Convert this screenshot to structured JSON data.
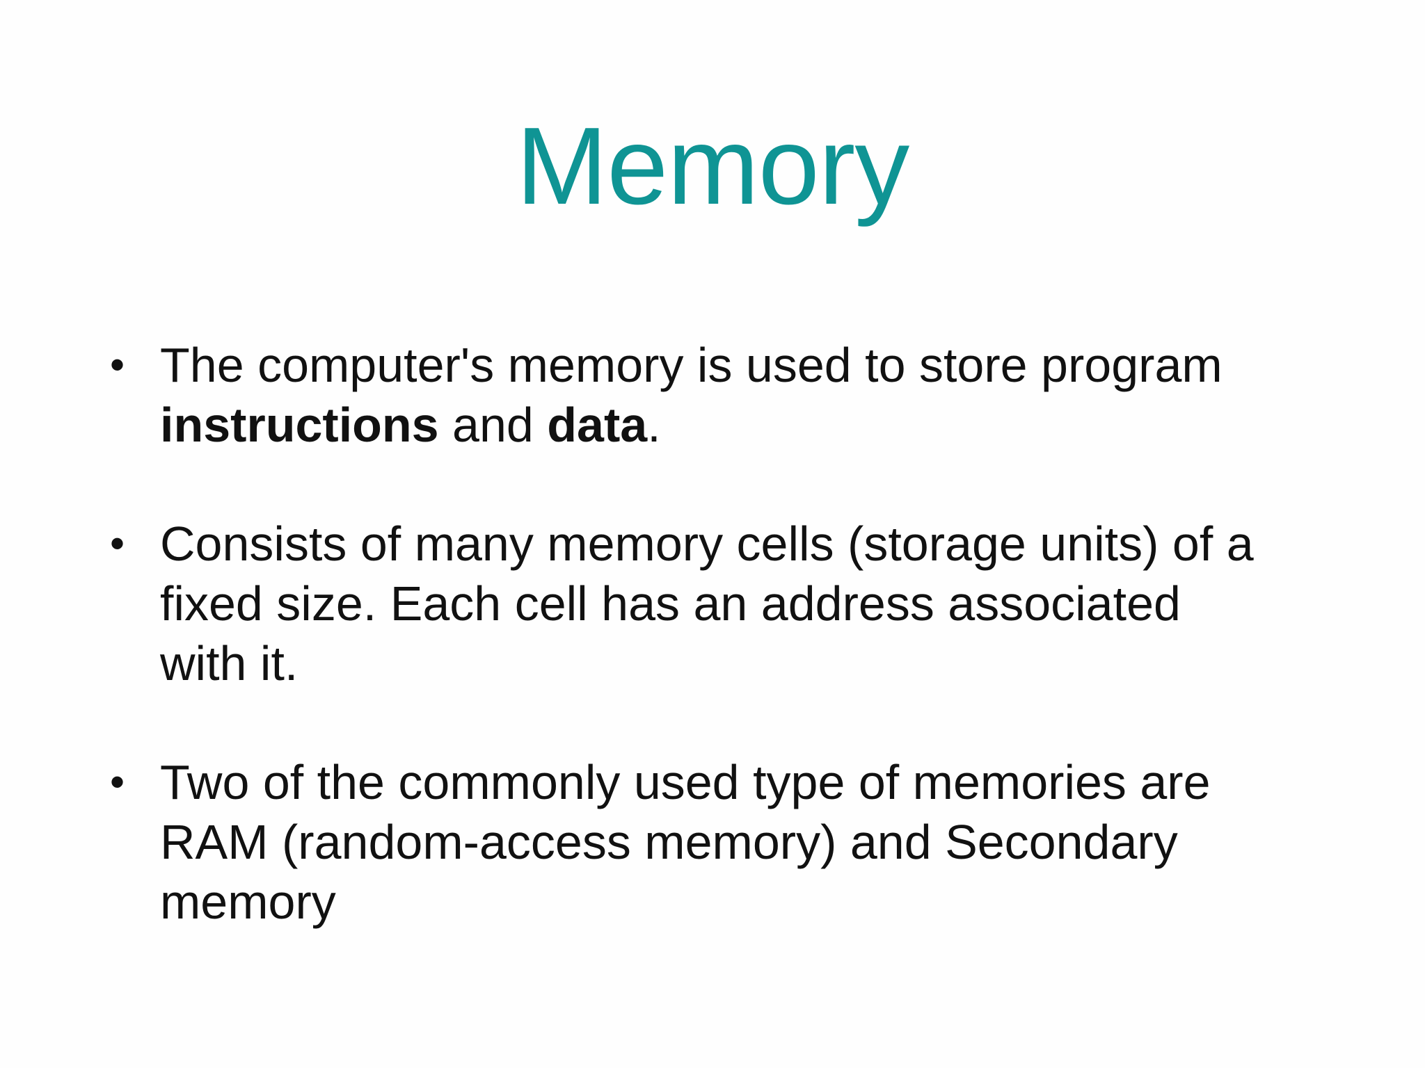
{
  "slide": {
    "title": "Memory",
    "title_color": "#0f9494",
    "bullets": [
      {
        "lines": [
          {
            "parts": [
              {
                "text": "The computer's memory is used to store program",
                "bold": false
              }
            ]
          },
          {
            "parts": [
              {
                "text": "instructions",
                "bold": true
              },
              {
                "text": " and ",
                "bold": false
              },
              {
                "text": "data",
                "bold": true
              },
              {
                "text": ".",
                "bold": false
              }
            ]
          }
        ]
      },
      {
        "lines": [
          {
            "parts": [
              {
                "text": "Consists of many memory cells (storage units) of a",
                "bold": false
              }
            ]
          },
          {
            "parts": [
              {
                "text": "fixed size. Each cell has an address associated",
                "bold": false
              }
            ]
          },
          {
            "parts": [
              {
                "text": "with it.",
                "bold": false
              }
            ]
          }
        ]
      },
      {
        "lines": [
          {
            "parts": [
              {
                "text": "Two of the commonly used type of memories are",
                "bold": false
              }
            ]
          },
          {
            "parts": [
              {
                "text": "RAM (random-access memory) and Secondary",
                "bold": false
              }
            ]
          },
          {
            "parts": [
              {
                "text": "memory",
                "bold": false
              }
            ]
          }
        ]
      }
    ],
    "bullet_glyph": "•"
  }
}
